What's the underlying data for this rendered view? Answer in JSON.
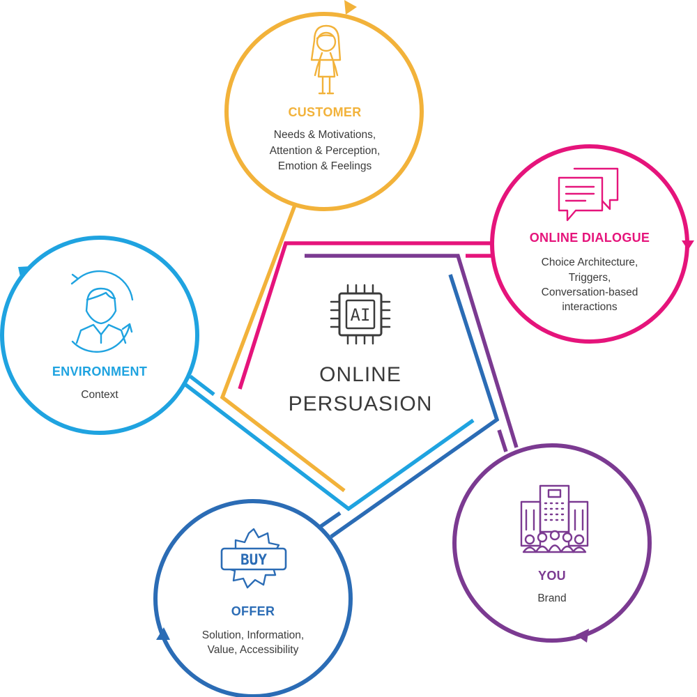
{
  "center": {
    "icon": "ai-chip-icon",
    "chip_text": "AI",
    "label_line1": "ONLINE",
    "label_line2": "PERSUASION"
  },
  "nodes": {
    "customer": {
      "title": "CUSTOMER",
      "lines": [
        "Needs & Motivations,",
        "Attention & Perception,",
        "Emotion & Feelings"
      ],
      "icon": "girl-icon",
      "color": "#F2B23A"
    },
    "dialogue": {
      "title": "ONLINE DIALOGUE",
      "lines": [
        "Choice Architecture,",
        "Triggers,",
        "Conversation-based",
        "interactions"
      ],
      "icon": "chat-bubbles-icon",
      "color": "#E5147B"
    },
    "you": {
      "title": "YOU",
      "lines": [
        "Brand"
      ],
      "icon": "building-people-icon",
      "color": "#7B3A91"
    },
    "offer": {
      "title": "OFFER",
      "lines": [
        "Solution, Information,",
        "Value, Accessibility"
      ],
      "icon": "buy-badge-icon",
      "badge_text": "BUY",
      "color": "#2B6CB5"
    },
    "environment": {
      "title": "ENVIRONMENT",
      "lines": [
        "Context"
      ],
      "icon": "person-cycle-icon",
      "color": "#1FA3E0"
    }
  }
}
